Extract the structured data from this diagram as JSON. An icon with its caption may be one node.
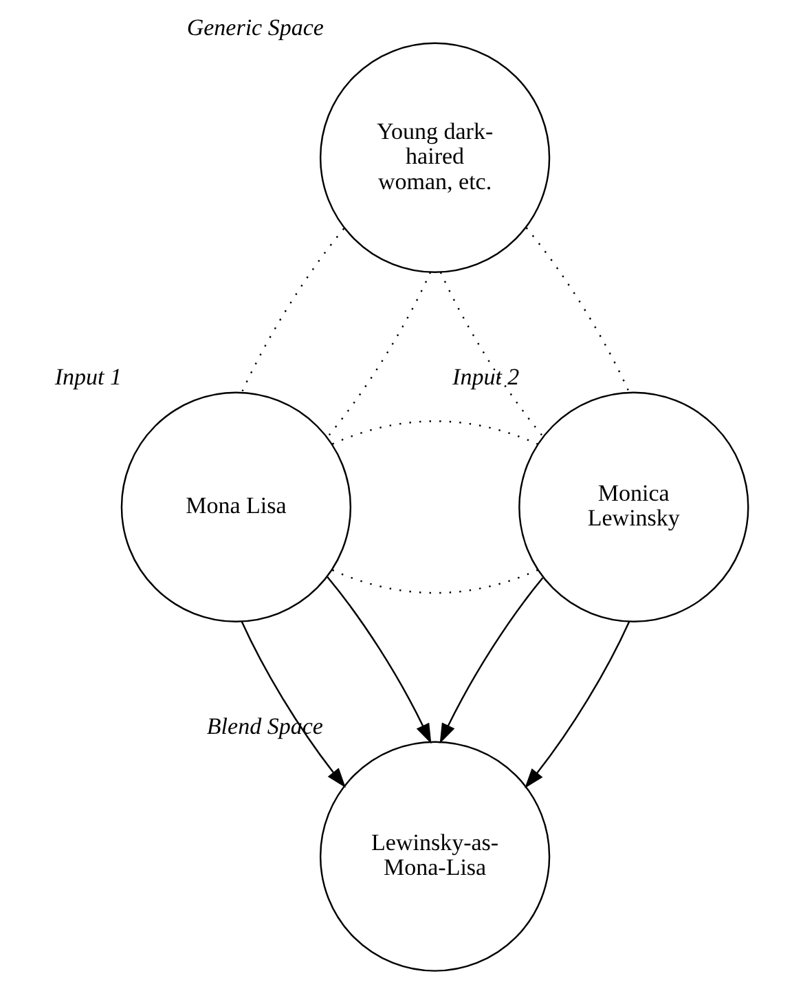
{
  "diagram": {
    "nodes": [
      {
        "text": [
          "Young dark-haired woman, etc."
        ],
        "beside": [
          "Generic Space"
        ]
      },
      {
        "text": [
          "Mona Lisa"
        ],
        "beside": [
          "Input 1"
        ]
      },
      {
        "text": [
          "Monica Lewinsky"
        ],
        "beside": [
          "Input 2"
        ]
      },
      {
        "text": [
          "Lewinsky-as-Mona-Lisa"
        ],
        "beside": [
          "Blend Space"
        ]
      }
    ],
    "edges": [
      {
        "from": 0,
        "to": 1,
        "arrow": "none",
        "style": "dashed"
      },
      {
        "from": 0,
        "to": 1,
        "arrow": "none",
        "style": "dashed"
      },
      {
        "from": 0,
        "to": 2,
        "arrow": "none",
        "style": "dashed"
      },
      {
        "from": 0,
        "to": 2,
        "arrow": "none",
        "style": "dashed"
      },
      {
        "from": 1,
        "to": 2,
        "arrow": "none",
        "style": "dashed"
      },
      {
        "from": 1,
        "to": 2,
        "arrow": "none",
        "style": "dashed"
      },
      {
        "from": 1,
        "to": 3,
        "arrow": "to"
      },
      {
        "from": 1,
        "to": 3,
        "arrow": "to"
      },
      {
        "from": 2,
        "to": 3,
        "arrow": "to"
      },
      {
        "from": 2,
        "to": 3,
        "arrow": "to"
      }
    ]
  }
}
